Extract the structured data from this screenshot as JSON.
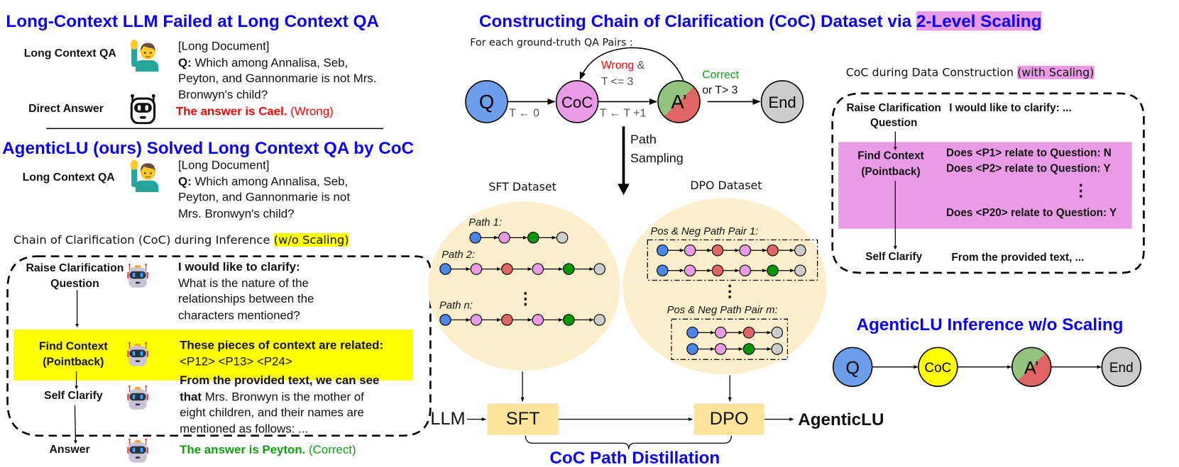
{
  "left": {
    "title_failed": "Long-Context LLM Failed at Long Context QA",
    "failed": {
      "qa_label": "Long Context QA",
      "doc": "[Long Document]",
      "q_prefix": "Q:",
      "q_lines": [
        "Which among Annalisa, Seb,",
        "Peyton, and Gannonmarie is not Mrs.",
        "Bronwyn's child?"
      ],
      "answer_label": "Direct Answer",
      "answer": "The answer is Cael.",
      "verdict": "(Wrong)"
    },
    "title_solved": "AgenticLU (ours) Solved Long Context QA by CoC",
    "solved": {
      "qa_label": "Long Context QA",
      "doc": "[Long Document]",
      "q_prefix": "Q:",
      "q_lines": [
        "Which among Annalisa, Seb,",
        "Peyton, and Gannonmarie is not",
        "Mrs. Bronwyn's child?"
      ]
    },
    "coc": {
      "heading": "Chain of Clarification (CoC) during Inference",
      "highlight": "(w/o Scaling)",
      "raise": {
        "label": [
          "Raise Clarification",
          "Question"
        ],
        "bold": "I would like to clarify:",
        "lines": [
          "What is the nature of the",
          "relationships between the",
          "characters mentioned?"
        ]
      },
      "find": {
        "label": [
          "Find Context",
          "(Pointback)"
        ],
        "bold": "These pieces of context are related:",
        "lines": [
          "<P12> <P13> <P24>"
        ]
      },
      "self": {
        "label": "Self Clarify",
        "bold1": "From the provided text, we can see",
        "bold2": "that",
        "rest": " Mrs. Bronwyn is the mother of",
        "lines": [
          "eight children, and their names are",
          "mentioned as follows: ..."
        ]
      },
      "answer": {
        "label": "Answer",
        "answer": "The answer is Peyton.",
        "verdict": "(Correct)"
      }
    }
  },
  "center": {
    "title": "Constructing Chain of Clarification (CoC) Dataset via",
    "title_highlight": "2-Level Scaling",
    "for_each": "For each ground-truth QA Pairs :",
    "nodes": {
      "q": "Q",
      "coc": "CoC",
      "answer": "A’",
      "end": "End"
    },
    "edge_init": "T ← 0",
    "edge_increment": "T ← T +1",
    "loop_wrong": "Wrong",
    "loop_amp": "&",
    "loop_cond": "T <= 3",
    "exit_correct": "Correct",
    "exit_cond": "or T> 3",
    "path_sampling": [
      "Path",
      "Sampling"
    ],
    "sft_dataset": {
      "title": "SFT Dataset",
      "paths": [
        {
          "label": "Path 1:",
          "nodes": [
            "q",
            "coc",
            "correct",
            "end"
          ]
        },
        {
          "label": "Path 2:",
          "nodes": [
            "q",
            "coc",
            "wrong",
            "coc",
            "correct",
            "end"
          ]
        },
        {
          "label": "Path n:",
          "nodes": [
            "q",
            "coc",
            "wrong",
            "coc",
            "correct",
            "end"
          ]
        }
      ],
      "ellipsis": "⋮"
    },
    "dpo_dataset": {
      "title": "DPO Dataset",
      "pairs": [
        {
          "label": "Pos & Neg Path Pair 1:",
          "rows": [
            [
              "q",
              "coc",
              "wrong",
              "coc",
              "wrong",
              "end"
            ],
            [
              "q",
              "coc",
              "wrong",
              "coc",
              "correct",
              "end"
            ]
          ]
        },
        {
          "label": "Pos & Neg Path Pair m:",
          "rows": [
            [
              "q",
              "coc",
              "wrong",
              "end"
            ],
            [
              "q",
              "coc",
              "correct",
              "end"
            ]
          ]
        }
      ],
      "ellipsis": "⋮"
    },
    "pipeline": {
      "input": "LLM",
      "sft": "SFT",
      "dpo": "DPO",
      "output": "AgenticLU",
      "brace_label": "CoC Path Distillation"
    }
  },
  "right": {
    "heading": "CoC during Data Construction",
    "highlight": "(with Scaling)",
    "raise": {
      "label": [
        "Raise Clarification",
        "Question"
      ],
      "text": "I would like to clarify: ..."
    },
    "find": {
      "label": [
        "Find Context",
        "(Pointback)"
      ],
      "lines": [
        "Does <P1> relate to Question: N",
        "Does <P2> relate to Question: Y"
      ],
      "ellipsis": "⋮",
      "last": "Does <P20> relate to Question: Y"
    },
    "self": {
      "label": "Self Clarify",
      "text": "From the provided text, ..."
    },
    "inference": {
      "title": "AgenticLU Inference w/o Scaling",
      "nodes": {
        "q": "Q",
        "coc": "CoC",
        "answer": "A’",
        "end": "End"
      }
    }
  },
  "colors": {
    "title": "#0a00ff",
    "q": "#4a86e8",
    "coc": "#ea9be6",
    "wrong": "#e06666",
    "correct": "#009900",
    "end": "#cccccc",
    "big_q": "#6d9eeb",
    "big_correct": "#93c47d",
    "inference_coc": "#ffff00",
    "dataset_bg": "#fdefcb",
    "train_box": "#fde49c",
    "highlight_yellow": "#ffff00",
    "highlight_pink": "#e99be6"
  }
}
